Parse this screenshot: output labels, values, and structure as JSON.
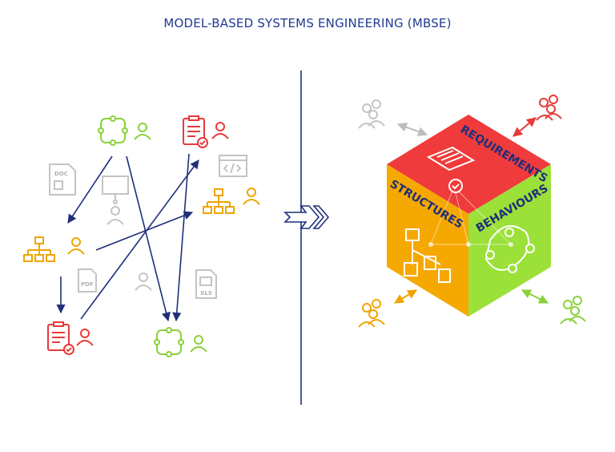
{
  "title": "MODEL-BASED SYSTEMS ENGINEERING (MBSE)",
  "cube": {
    "top_label": "REQUIREMENTS",
    "left_label": "STRUCTURES",
    "right_label": "BEHAVIOURS"
  },
  "documents": {
    "doc": "DOC",
    "pdf": "PDF",
    "xls": "XLS"
  },
  "colors": {
    "title": "#1f3a93",
    "arrow": "#1f2f7a",
    "red": "#e83a3a",
    "orange": "#f0a400",
    "green": "#8ad13a",
    "grey": "#c9c9c9",
    "cube_top": "#ef3b3b",
    "cube_left": "#f5a800",
    "cube_right": "#9ce03a"
  }
}
